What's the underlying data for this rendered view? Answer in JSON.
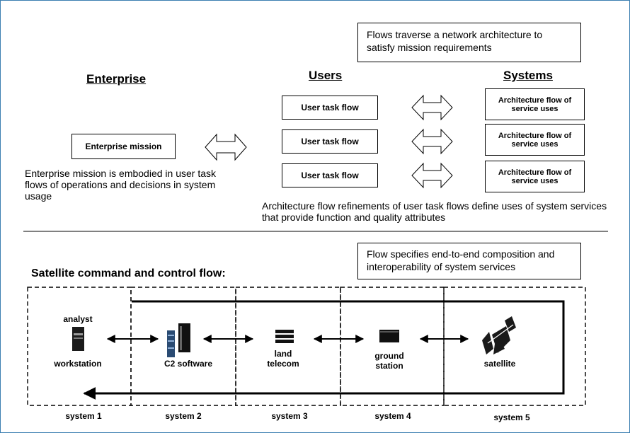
{
  "top": {
    "note": "Flows traverse a network architecture to satisfy mission requirements",
    "headings": {
      "enterprise": "Enterprise",
      "users": "Users",
      "systems": "Systems"
    },
    "enterprise_mission_box": "Enterprise mission",
    "enterprise_desc": "Enterprise mission is embodied in user task flows of operations and decisions in system usage",
    "user_task_flows": [
      "User task flow",
      "User task flow",
      "User task flow"
    ],
    "architecture_flows": [
      "Architecture flow of service uses",
      "Architecture flow of service uses",
      "Architecture flow of service uses"
    ],
    "architecture_desc": "Architecture flow refinements of user task flows define uses of system services that provide function and quality attributes"
  },
  "bottom": {
    "note": "Flow specifies end-to-end composition and interoperability of system services",
    "title": "Satellite command and control flow:",
    "nodes": {
      "analyst": "analyst",
      "workstation": "workstation",
      "c2": "C2 software",
      "land_telecom": "land telecom",
      "ground_station": "ground station",
      "satellite": "satellite"
    },
    "systems": [
      "system 1",
      "system 2",
      "system 3",
      "system 4",
      "system 5"
    ]
  },
  "colors": {
    "frame": "#3c7fb1",
    "ink": "#000000"
  }
}
